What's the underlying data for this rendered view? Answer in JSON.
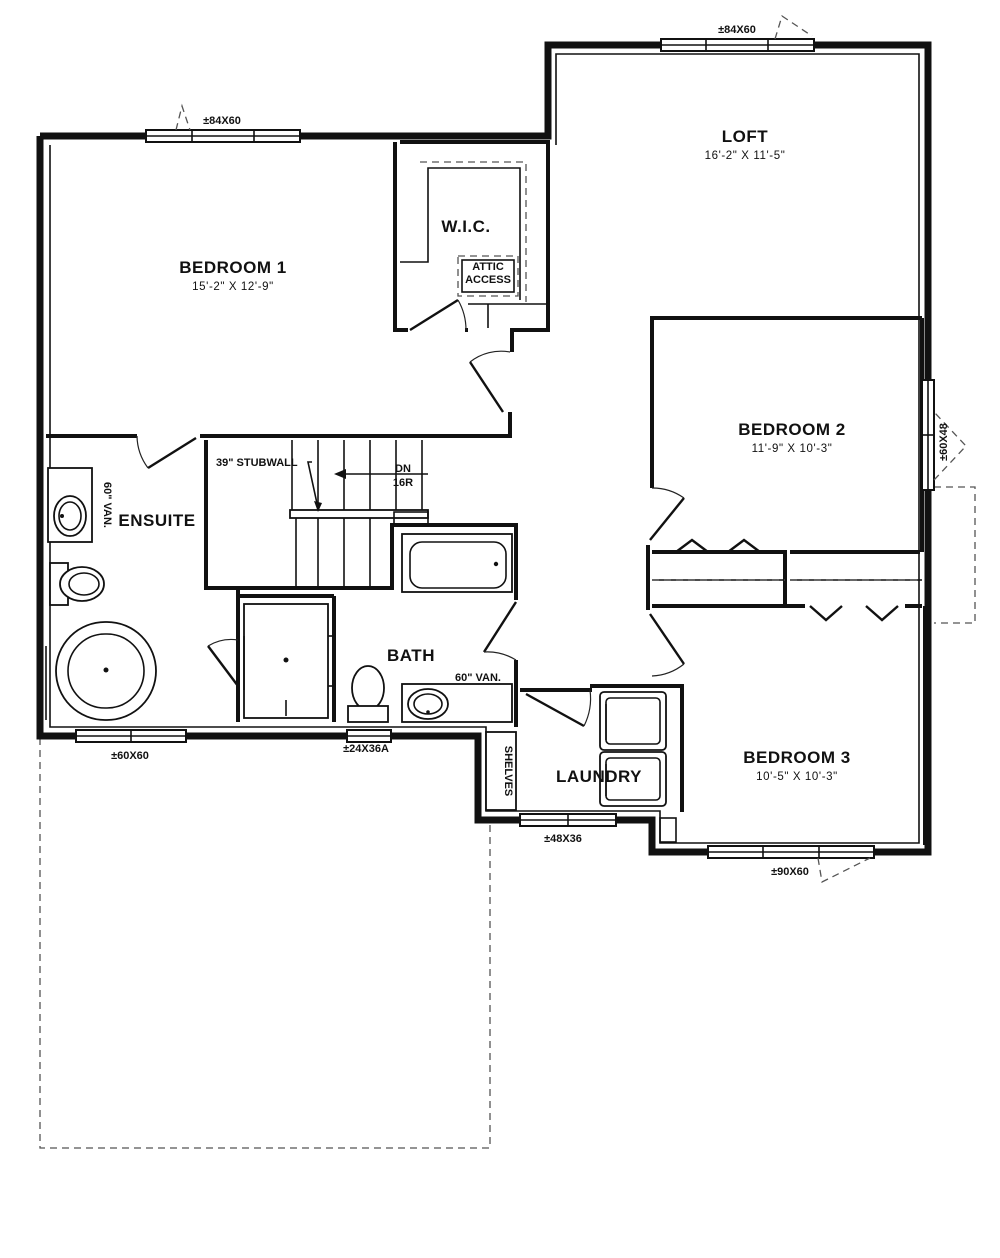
{
  "rooms": [
    {
      "name": "BEDROOM  1",
      "size": "15'-2\"  X  12'-9\""
    },
    {
      "name": "LOFT",
      "size": "16'-2\"  X  11'-5\""
    },
    {
      "name": "BEDROOM  2",
      "size": "11'-9\"  X  10'-3\""
    },
    {
      "name": "BEDROOM  3",
      "size": "10'-5\"  X  10'-3\""
    },
    {
      "name": "W.I.C."
    },
    {
      "name": "ENSUITE"
    },
    {
      "name": "BATH"
    },
    {
      "name": "LAUNDRY"
    }
  ],
  "windows": {
    "bedroom1": "±84X60",
    "loft": "±84X60",
    "bedroom2": "±60X48",
    "ensuite": "±60X60",
    "bath": "±24X36A",
    "laundry": "±48X36",
    "bedroom3": "±90X60"
  },
  "notes": {
    "attic_line1": "ATTIC",
    "attic_line2": "ACCESS",
    "stubwall": "39\"  STUBWALL",
    "stair_dn": "DN",
    "stair_risers": "16R",
    "ensuite_vanity": "60\" VAN.",
    "bath_vanity": "60\"  VAN.",
    "shelves": "SHELVES"
  }
}
